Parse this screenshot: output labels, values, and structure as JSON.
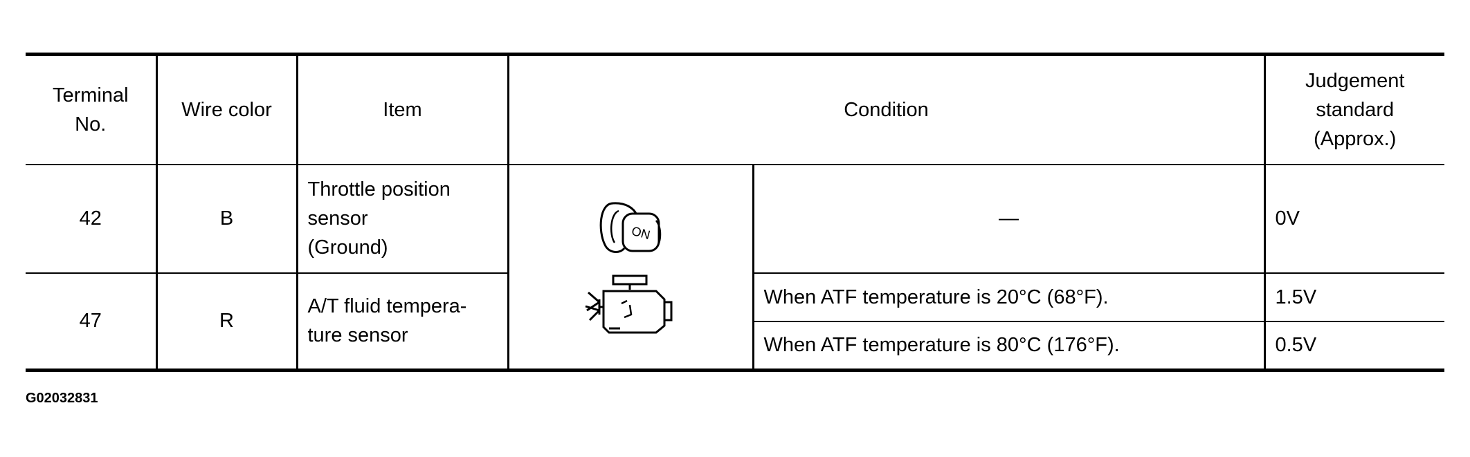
{
  "table": {
    "headers": {
      "terminal": "Terminal\nNo.",
      "wire_color": "Wire color",
      "item": "Item",
      "condition": "Condition",
      "judgement": "Judgement\nstandard\n(Approx.)"
    },
    "rows": [
      {
        "terminal": "42",
        "wire_color": "B",
        "item": "Throttle position\nsensor\n(Ground)",
        "condition": "—",
        "judgement": "0V"
      },
      {
        "terminal": "47",
        "wire_color": "R",
        "item": "A/T fluid tempera-\nture sensor",
        "conditions": [
          {
            "condition": "When ATF temperature is 20°C (68°F).",
            "judgement": "1.5V"
          },
          {
            "condition": "When ATF temperature is 80°C (176°F).",
            "judgement": "0.5V"
          }
        ]
      }
    ],
    "icons": {
      "ignition_key": "ignition-key-on-icon",
      "ignition_key_text": "ON",
      "engine": "engine-running-icon"
    }
  },
  "document_id": "G02032831"
}
